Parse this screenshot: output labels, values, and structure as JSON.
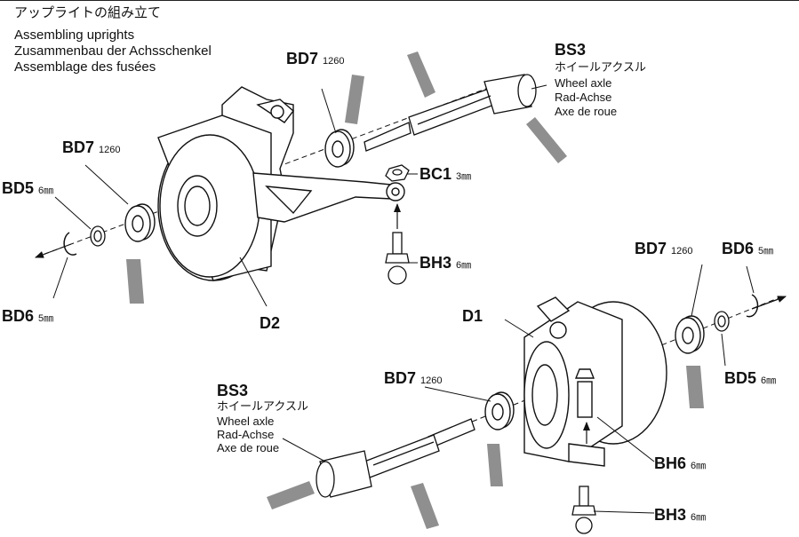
{
  "header": {
    "jp": "アップライトの組み立て",
    "en": "Assembling uprights",
    "de": "Zusammenbau der Achsschenkel",
    "fr": "Assemblage des fusées"
  },
  "parts": {
    "bd7_top": {
      "code": "BD7",
      "size": "1260"
    },
    "bs3_top": {
      "code": "BS3",
      "jp": "ホイールアクスル",
      "en": "Wheel axle",
      "de": "Rad-Achse",
      "fr": "Axe de roue"
    },
    "bd7_left": {
      "code": "BD7",
      "size": "1260"
    },
    "bd5_left": {
      "code": "BD5",
      "size": "6㎜"
    },
    "bc1": {
      "code": "BC1",
      "size": "3㎜"
    },
    "bh3_top": {
      "code": "BH3",
      "size": "6㎜"
    },
    "bd6_left": {
      "code": "BD6",
      "size": "5㎜"
    },
    "d2": {
      "code": "D2"
    },
    "bd7_right": {
      "code": "BD7",
      "size": "1260"
    },
    "bd6_right": {
      "code": "BD6",
      "size": "5㎜"
    },
    "d1": {
      "code": "D1"
    },
    "bd5_right": {
      "code": "BD5",
      "size": "6㎜"
    },
    "bs3_bottom": {
      "code": "BS3",
      "jp": "ホイールアクスル",
      "en": "Wheel axle",
      "de": "Rad-Achse",
      "fr": "Axe de roue"
    },
    "bd7_bottom": {
      "code": "BD7",
      "size": "1260"
    },
    "bh6": {
      "code": "BH6",
      "size": "6㎜"
    },
    "bh3_bottom": {
      "code": "BH3",
      "size": "6㎜"
    }
  },
  "colors": {
    "line": "#111111",
    "grease": "#8f8f8f",
    "fill": "#ffffff"
  }
}
